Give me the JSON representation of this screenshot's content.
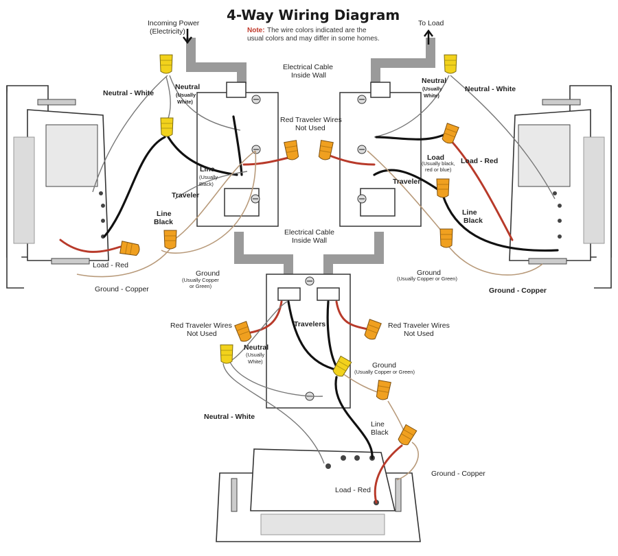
{
  "title": "4-Way Wiring Diagram",
  "note": {
    "key": "Note:",
    "line1": "The wire colors indicated are the",
    "line2": "usual colors and may differ in some homes."
  },
  "top_left": {
    "incoming_power": "Incoming Power",
    "incoming_power_sub": "(Electricity)"
  },
  "top_right": {
    "to_load": "To Load"
  },
  "cable_top": {
    "line1": "Electrical Cable",
    "line2": "Inside Wall"
  },
  "cable_mid": {
    "line1": "Electrical Cable",
    "line2": "Inside Wall"
  },
  "left_switch": {
    "neutral_white": "Neutral - White",
    "neutral": "Neutral",
    "neutral_usually": "(Usually",
    "neutral_white_sub": "White)",
    "line": "Line",
    "line_usually": "(Usually",
    "line_black_sub": "Black)",
    "traveler": "Traveler",
    "line_black_a": "Line",
    "line_black_b": "Black",
    "load_red": "Load - Red",
    "ground_copper": "Ground - Copper",
    "ground": "Ground",
    "ground_sub1": "(Usually Copper",
    "ground_sub2": "or Green)"
  },
  "center_top": {
    "red_traveler": "Red Traveler Wires",
    "not_used": "Not Used"
  },
  "right_switch": {
    "neutral": "Neutral",
    "neutral_usually": "(Usually",
    "neutral_white_sub": "White)",
    "neutral_white": "Neutral - White",
    "load": "Load",
    "load_sub1": "(Usually black,",
    "load_sub2": "red or blue)",
    "load_red": "Load - Red",
    "traveler": "Traveler",
    "line_black_a": "Line",
    "line_black_b": "Black",
    "ground": "Ground",
    "ground_sub": "(Usually Copper or Green)",
    "ground_copper": "Ground - Copper"
  },
  "bottom_switch": {
    "red_traveler_left": "Red Traveler Wires",
    "not_used_left": "Not Used",
    "travelers": "Travelers",
    "red_traveler_right": "Red Traveler Wires",
    "not_used_right": "Not Used",
    "neutral": "Neutral",
    "neutral_usually": "(Usually",
    "neutral_white_sub": "White)",
    "ground": "Ground",
    "ground_sub": "(Usually Copper or Green)",
    "neutral_white": "Neutral - White",
    "line_black_a": "Line",
    "line_black_b": "Black",
    "ground_copper": "Ground - Copper",
    "load_red": "Load - Red"
  },
  "colors": {
    "black_wire": "#111111",
    "white_wire": "#777777",
    "red_wire": "#b83a2a",
    "copper_wire": "#b89a7a",
    "yellow_nut": "#f2d21c",
    "orange_nut": "#f0a020",
    "note_accent": "#c0392b",
    "conduit": "#9a9a9a"
  }
}
